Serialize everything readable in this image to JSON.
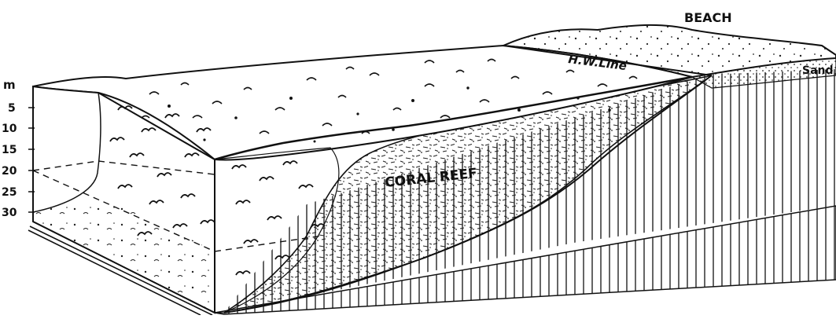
{
  "labels": {
    "beach": "BEACH",
    "hw_line": "H.W.Line",
    "sand": "Sand",
    "coral_reef": "CORAL REEF"
  },
  "depth_scale": {
    "unit": "m",
    "ticks": [
      "5",
      "10",
      "15",
      "20",
      "25",
      "30"
    ]
  }
}
